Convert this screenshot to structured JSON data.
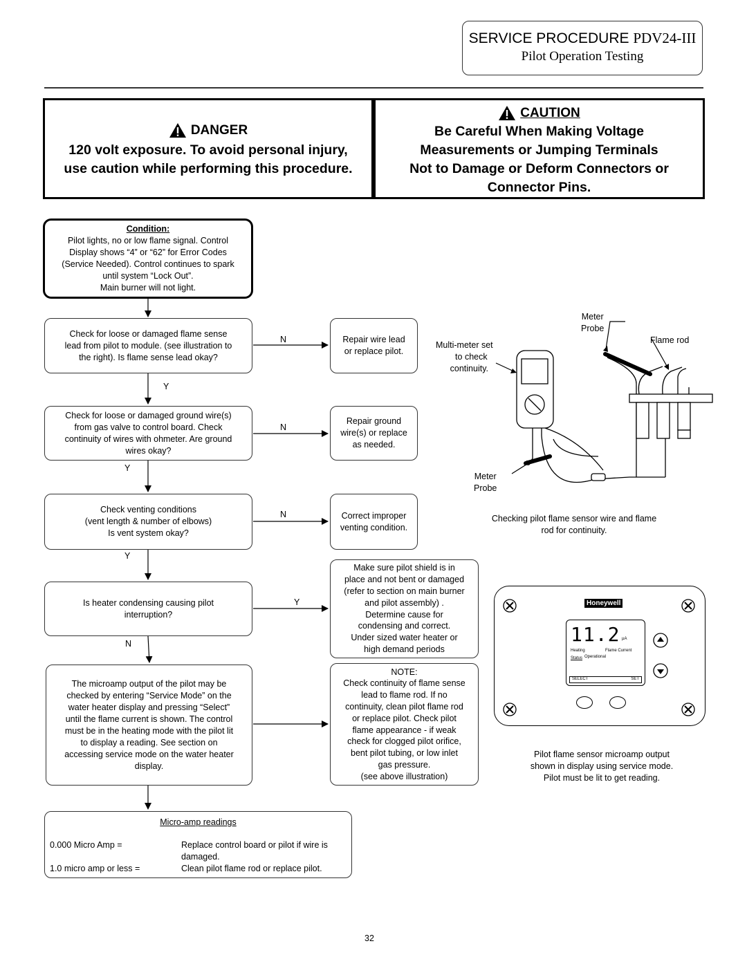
{
  "header": {
    "title_sans": "SERVICE PROCEDURE",
    "title_model": "PDV24-III",
    "subtitle": "Pilot Operation Testing"
  },
  "danger": {
    "title": "DANGER",
    "line1": "120 volt exposure. To avoid personal injury,",
    "line2": "use caution while performing this procedure."
  },
  "caution": {
    "title": "CAUTION",
    "line1": "Be Careful When Making Voltage",
    "line2": "Measurements or Jumping Terminals",
    "line3": "Not to Damage or Deform Connectors or",
    "line4": "Connector Pins."
  },
  "condition": {
    "heading": "Condition:",
    "lines": [
      "Pilot lights, no or low flame signal. Control",
      "Display shows “4” or “62” for Error Codes",
      "(Service Needed).  Control continues to spark",
      "until system “Lock Out”.",
      "Main burner will not light."
    ]
  },
  "flow": {
    "step1": [
      "Check for loose or damaged flame sense",
      "lead from pilot to module. (see illustration to",
      "the right).  Is flame sense lead okay?"
    ],
    "step1_action": [
      "Repair wire lead",
      "or replace pilot."
    ],
    "step2": [
      "Check for loose or damaged ground wire(s)",
      "from gas valve to control board.  Check",
      "continuity of wires with ohmeter.  Are ground",
      "wires okay?"
    ],
    "step2_action": [
      "Repair ground",
      "wire(s) or replace",
      "as needed."
    ],
    "step3": [
      "Check venting conditions",
      "(vent length & number of elbows)",
      "Is vent system okay?"
    ],
    "step3_action": [
      "Correct improper",
      "venting condition."
    ],
    "step4": [
      "Is heater condensing causing pilot",
      "interruption?"
    ],
    "step4_action": [
      "Make sure pilot shield is in",
      "place and not bent or damaged",
      "(refer to section on main burner",
      "and pilot assembly) .",
      "Determine cause for",
      "condensing and correct.",
      "Under sized water heater or",
      "high demand periods"
    ],
    "step5": [
      "The microamp output of the pilot may be",
      "checked by entering “Service Mode” on the",
      "water heater display and pressing “Select”",
      "until the flame current is shown.  The control",
      "must be in the heating mode with the pilot lit",
      "to display a reading.  See section on",
      "accessing service mode on the water heater",
      "display."
    ],
    "note": [
      "NOTE:",
      "Check continuity of flame sense",
      "lead to flame rod.   If no",
      "continuity, clean pilot flame rod",
      "or replace pilot.  Check pilot",
      "flame appearance - if weak",
      "check for clogged pilot orifice,",
      "bent pilot tubing, or low inlet",
      "gas pressure.",
      "(see above illustration)"
    ],
    "n": "N",
    "y": "Y"
  },
  "microamp": {
    "heading": "Micro-amp readings",
    "row1_label": "0.000 Micro Amp =",
    "row1_value": "Replace control board or pilot if wire is",
    "row1_value2": "damaged.",
    "row2_label": "1.0 micro amp or less =",
    "row2_value": "Clean pilot flame rod or replace pilot."
  },
  "meter_figure": {
    "meter_probe_top": [
      "Meter",
      "Probe"
    ],
    "flame_rod": "Flame rod",
    "multimeter": [
      "Multi-meter set",
      "to check",
      "continuity."
    ],
    "meter_probe_bottom": [
      "Meter",
      "Probe"
    ],
    "caption": [
      "Checking pilot flame sensor wire and flame",
      "rod for continuity."
    ]
  },
  "display_figure": {
    "brand": "Honeywell",
    "reading": "11.2",
    "unit": "µA",
    "heating": "Heating",
    "flame_current": "Flame Current",
    "status": "Status",
    "operational": "Operational",
    "select": "SELECT",
    "set": "SET",
    "caption": [
      "Pilot flame sensor microamp output",
      "shown in display using service mode.",
      "Pilot must be lit to get reading."
    ]
  },
  "page_number": "32"
}
